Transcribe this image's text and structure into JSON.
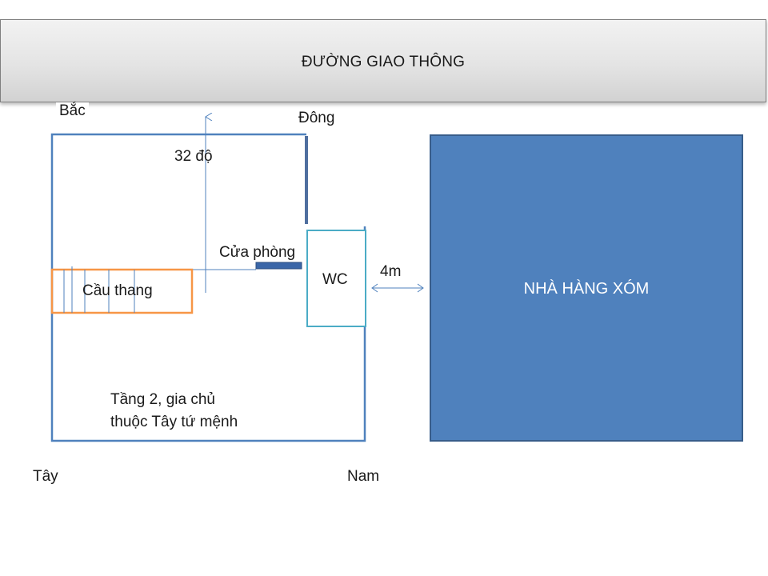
{
  "road": {
    "label": "ĐƯỜNG GIAO THÔNG"
  },
  "compass": {
    "north": "Bắc",
    "east": "Đông",
    "west": "Tây",
    "south": "Nam"
  },
  "angle_label": "32 độ",
  "door_label": "Cửa phòng",
  "wc_label": "WC",
  "stairs_label": "Cầu thang",
  "distance_label": "4m",
  "floor_note": {
    "line1": "Tầng 2, gia chủ",
    "line2": "thuộc Tây tứ mệnh"
  },
  "neighbor_label": "NHÀ HÀNG XÓM",
  "colors": {
    "outline": "#4f81bd",
    "stairs": "#f79646",
    "neighbor_fill": "#4f81bd",
    "neighbor_border": "#385d8a",
    "wall_dark": "#4f6f9f",
    "door": "#3a66a8"
  }
}
